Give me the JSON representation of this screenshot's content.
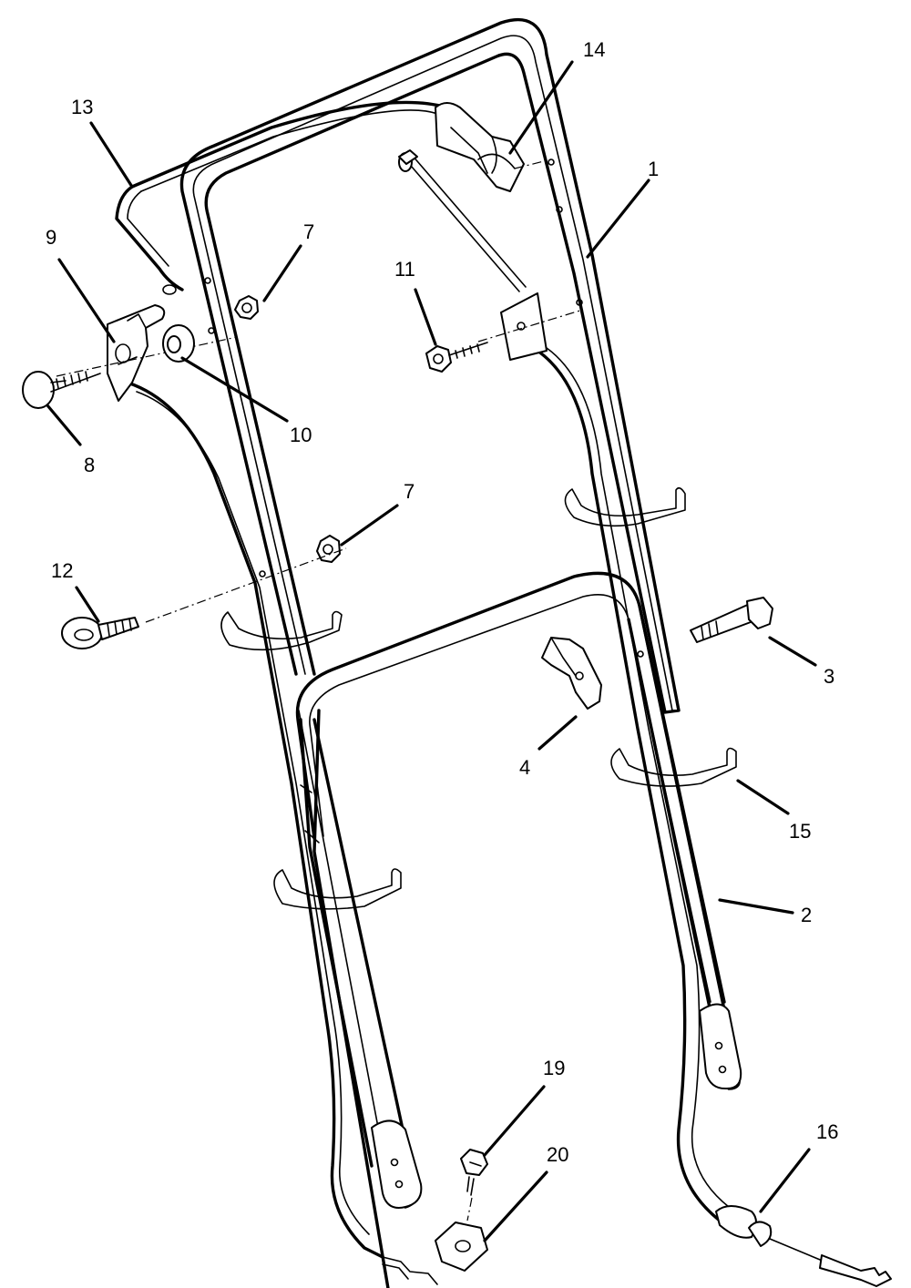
{
  "callouts": {
    "c1": "1",
    "c2": "2",
    "c3": "3",
    "c4": "4",
    "c7a": "7",
    "c7b": "7",
    "c8": "8",
    "c9": "9",
    "c10": "10",
    "c11": "11",
    "c12": "12",
    "c13": "13",
    "c14": "14",
    "c15": "15",
    "c16": "16",
    "c19": "19",
    "c20": "20"
  }
}
